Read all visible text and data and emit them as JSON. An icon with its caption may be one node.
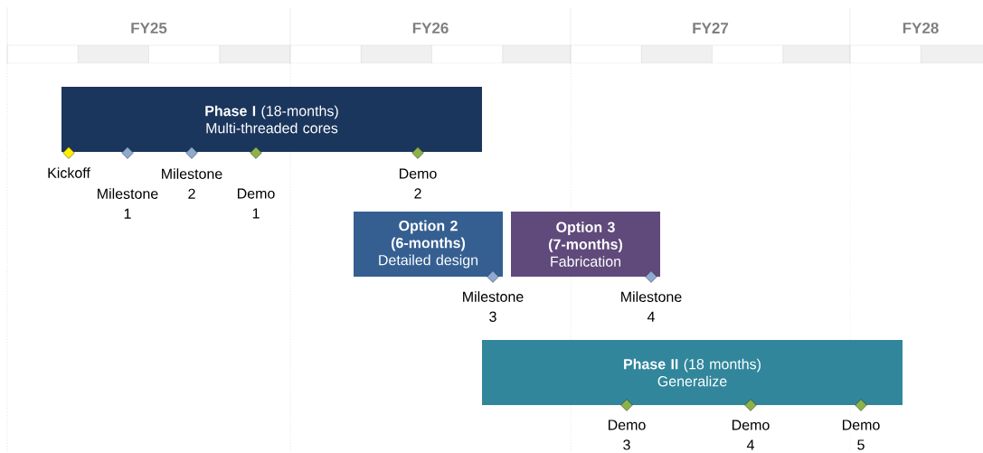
{
  "diagram": {
    "nodes": [
      {
        "text": [
          "**Phase I** (18-months)",
          "Multi-threaded cores"
        ]
      },
      {
        "text": [],
        "shape": "diamond",
        "beside": [
          "Kickoff"
        ]
      },
      {
        "text": [],
        "shape": "diamond",
        "beside": [
          "Milestone 1"
        ]
      },
      {
        "text": [],
        "shape": "diamond",
        "beside": [
          "Milestone 2"
        ]
      },
      {
        "text": [],
        "shape": "diamond",
        "beside": [
          "Demo 1"
        ]
      },
      {
        "text": [],
        "shape": "diamond",
        "beside": [
          "Demo 2"
        ]
      },
      {
        "text": [
          "Option 2 (6-months)",
          "Detailed design"
        ]
      },
      {
        "text": [
          "Option 3 (7-months)",
          "Fabrication"
        ]
      },
      {
        "text": [],
        "shape": "diamond",
        "beside": [
          "Milestone 3"
        ]
      },
      {
        "text": [],
        "shape": "diamond",
        "beside": [
          "Milestone 4"
        ]
      },
      {
        "text": [
          "**Phase II** (18 months)",
          "Generalize"
        ]
      },
      {
        "text": [],
        "shape": "diamond",
        "beside": [
          "Demo 3"
        ]
      },
      {
        "text": [],
        "shape": "diamond",
        "beside": [
          "Demo 4"
        ]
      },
      {
        "text": [],
        "shape": "diamond",
        "beside": [
          "Demo 5"
        ]
      }
    ],
    "labels": [
      "FY25",
      "FY26",
      "FY27",
      "FY28"
    ]
  }
}
